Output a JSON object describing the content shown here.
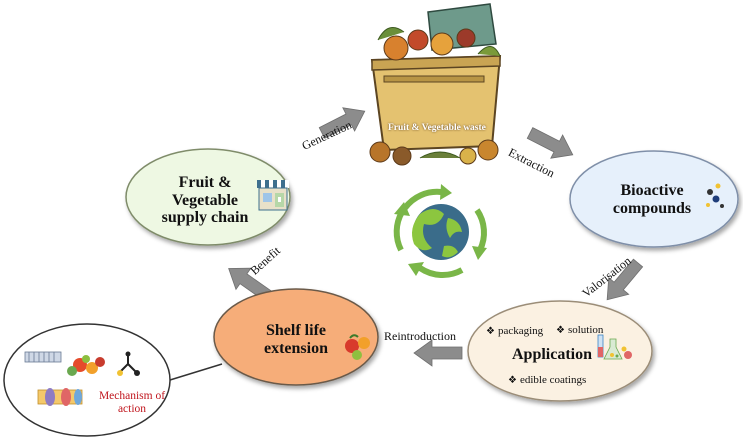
{
  "nodes": {
    "supply_chain": {
      "line1": "Fruit &",
      "line2": "Vegetable",
      "line3": "supply chain",
      "fill": "#eef8e3",
      "stroke": "#7f8c6a"
    },
    "bioactive": {
      "line1": "Bioactive",
      "line2": "compounds",
      "fill": "#e6f0fb",
      "stroke": "#7f8fa8"
    },
    "application": {
      "title": "Application",
      "fill": "#fbf1e2",
      "stroke": "#9b8d78",
      "bullets": {
        "packaging": "packaging",
        "solution": "solution",
        "edible": "edible coatings"
      }
    },
    "shelf_life": {
      "line1": "Shelf life",
      "line2": "extension",
      "fill": "#f6ad79",
      "stroke": "#6b5a4a"
    },
    "mechanism": {
      "line1": "Mechanism of",
      "line2": "action",
      "color": "#c0151d"
    }
  },
  "edges": {
    "generation": "Generation",
    "extraction": "Extraction",
    "valorisation": "Valorisation",
    "reintroduction": "Reintroduction",
    "benefit": "Benefit"
  },
  "waste_bin": {
    "label": "Fruit & Vegetable waste"
  },
  "colors": {
    "arrow": "#8c8c8c",
    "cycle_arrow": "#7ab648",
    "globe_land": "#8cc63f",
    "globe_sea": "#3a6c8a"
  },
  "icons": [
    "waste-bin-icon",
    "market-stall-icon",
    "molecule-dots-icon",
    "lab-flask-icon",
    "fruits-icon",
    "recycle-globe-icon",
    "cell-membrane-icon"
  ]
}
